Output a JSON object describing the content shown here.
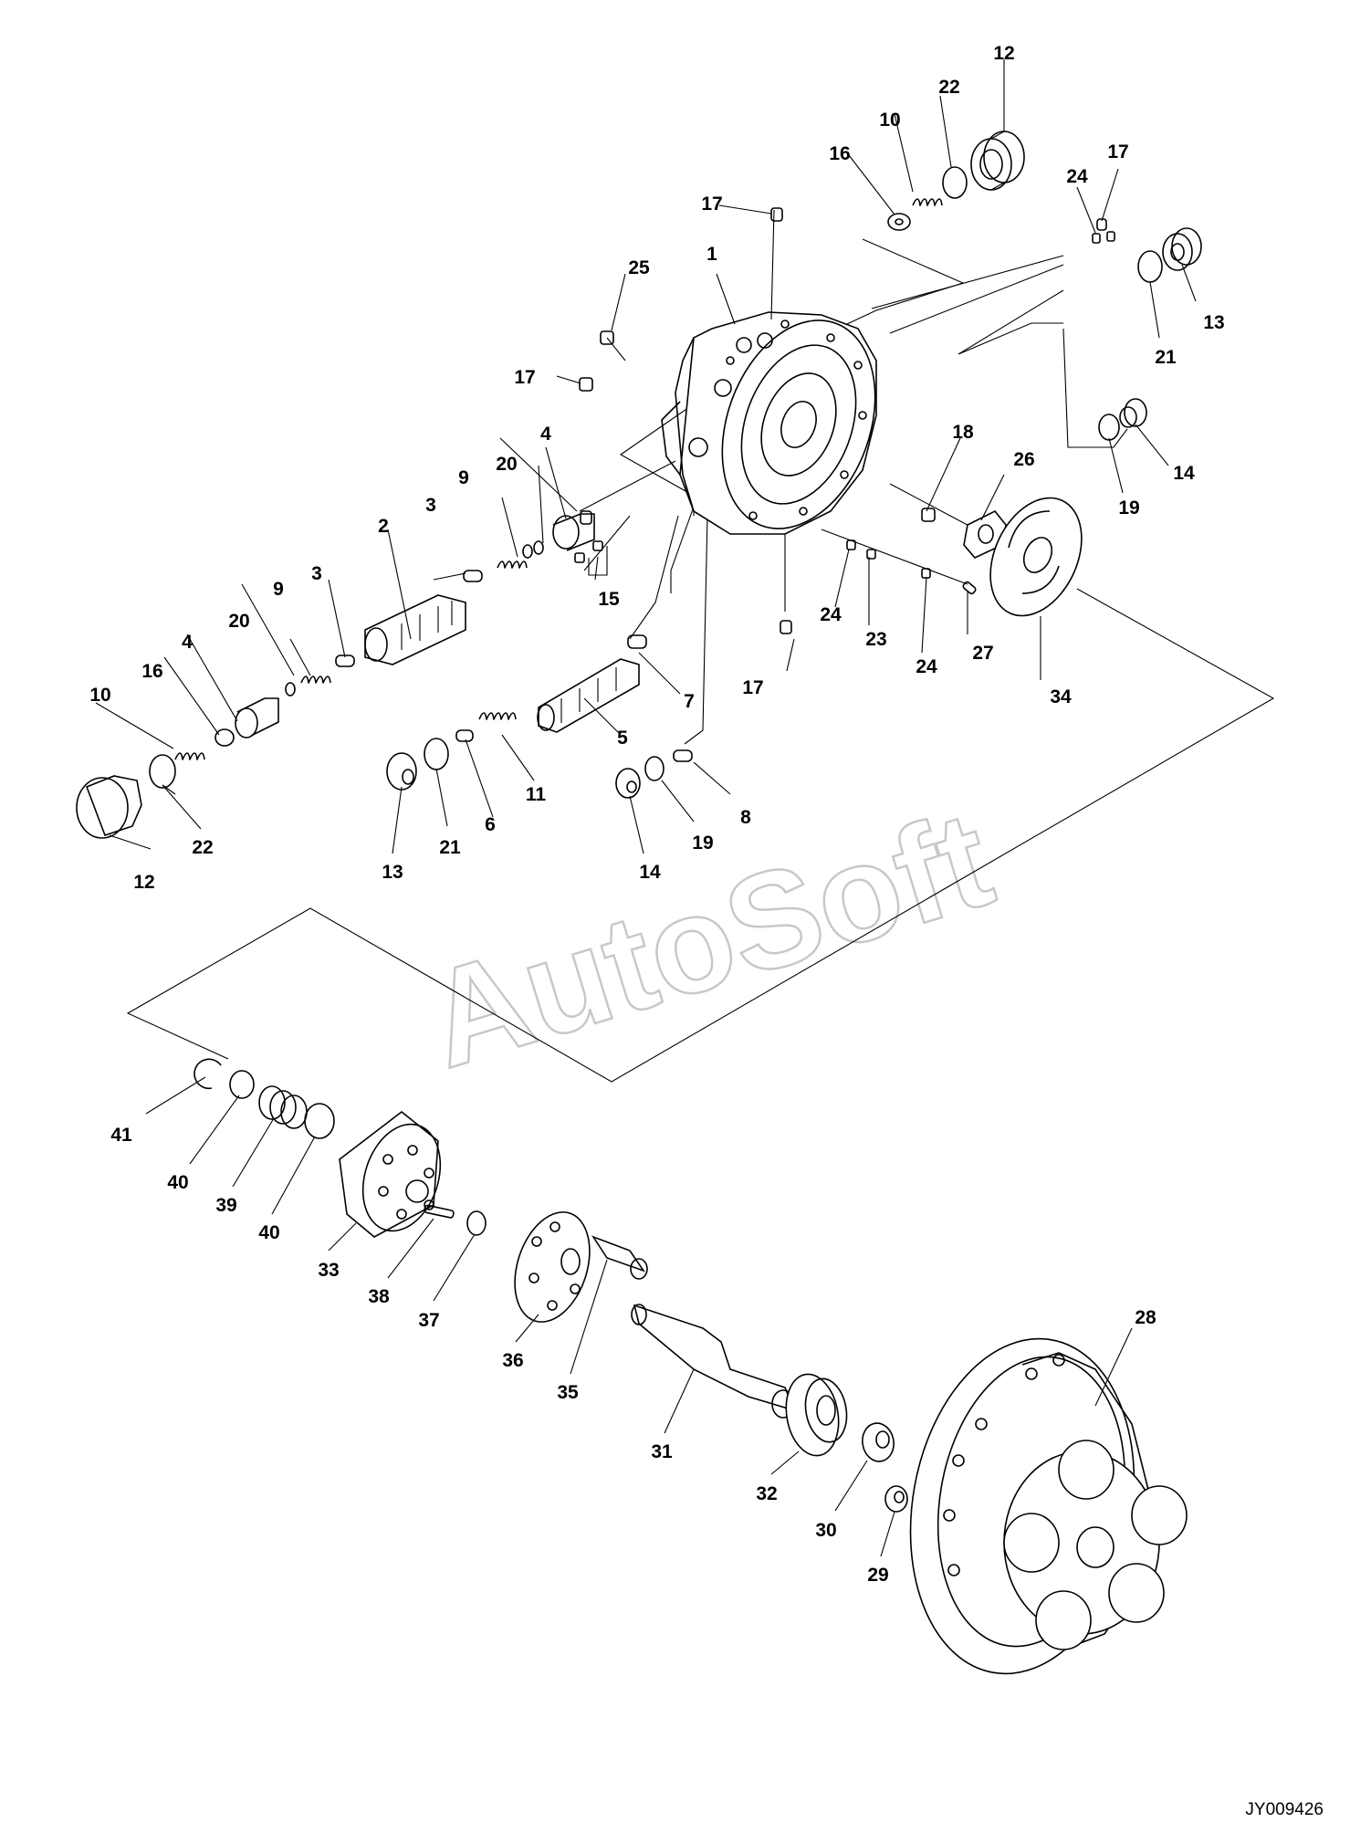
{
  "drawing_code": "JY009426",
  "watermark": "AutoSoft",
  "callouts": [
    {
      "id": "c1",
      "text": "1"
    },
    {
      "id": "c2",
      "text": "2"
    },
    {
      "id": "c3a",
      "text": "3"
    },
    {
      "id": "c3b",
      "text": "3"
    },
    {
      "id": "c4a",
      "text": "4"
    },
    {
      "id": "c4b",
      "text": "4"
    },
    {
      "id": "c5",
      "text": "5"
    },
    {
      "id": "c6",
      "text": "6"
    },
    {
      "id": "c7",
      "text": "7"
    },
    {
      "id": "c8",
      "text": "8"
    },
    {
      "id": "c9a",
      "text": "9"
    },
    {
      "id": "c9b",
      "text": "9"
    },
    {
      "id": "c10a",
      "text": "10"
    },
    {
      "id": "c10b",
      "text": "10"
    },
    {
      "id": "c11",
      "text": "11"
    },
    {
      "id": "c12a",
      "text": "12"
    },
    {
      "id": "c12b",
      "text": "12"
    },
    {
      "id": "c13a",
      "text": "13"
    },
    {
      "id": "c13b",
      "text": "13"
    },
    {
      "id": "c14a",
      "text": "14"
    },
    {
      "id": "c14b",
      "text": "14"
    },
    {
      "id": "c15",
      "text": "15"
    },
    {
      "id": "c16a",
      "text": "16"
    },
    {
      "id": "c16b",
      "text": "16"
    },
    {
      "id": "c17a",
      "text": "17"
    },
    {
      "id": "c17b",
      "text": "17"
    },
    {
      "id": "c17c",
      "text": "17"
    },
    {
      "id": "c17d",
      "text": "17"
    },
    {
      "id": "c18",
      "text": "18"
    },
    {
      "id": "c19a",
      "text": "19"
    },
    {
      "id": "c19b",
      "text": "19"
    },
    {
      "id": "c20a",
      "text": "20"
    },
    {
      "id": "c20b",
      "text": "20"
    },
    {
      "id": "c21a",
      "text": "21"
    },
    {
      "id": "c21b",
      "text": "21"
    },
    {
      "id": "c22a",
      "text": "22"
    },
    {
      "id": "c22b",
      "text": "22"
    },
    {
      "id": "c23",
      "text": "23"
    },
    {
      "id": "c24a",
      "text": "24"
    },
    {
      "id": "c24b",
      "text": "24"
    },
    {
      "id": "c24c",
      "text": "24"
    },
    {
      "id": "c25",
      "text": "25"
    },
    {
      "id": "c26",
      "text": "26"
    },
    {
      "id": "c27",
      "text": "27"
    },
    {
      "id": "c28",
      "text": "28"
    },
    {
      "id": "c29",
      "text": "29"
    },
    {
      "id": "c30",
      "text": "30"
    },
    {
      "id": "c31",
      "text": "31"
    },
    {
      "id": "c32",
      "text": "32"
    },
    {
      "id": "c33",
      "text": "33"
    },
    {
      "id": "c34",
      "text": "34"
    },
    {
      "id": "c35",
      "text": "35"
    },
    {
      "id": "c36",
      "text": "36"
    },
    {
      "id": "c37",
      "text": "37"
    },
    {
      "id": "c38",
      "text": "38"
    },
    {
      "id": "c39",
      "text": "39"
    },
    {
      "id": "c40a",
      "text": "40"
    },
    {
      "id": "c40b",
      "text": "40"
    },
    {
      "id": "c41",
      "text": "41"
    }
  ]
}
